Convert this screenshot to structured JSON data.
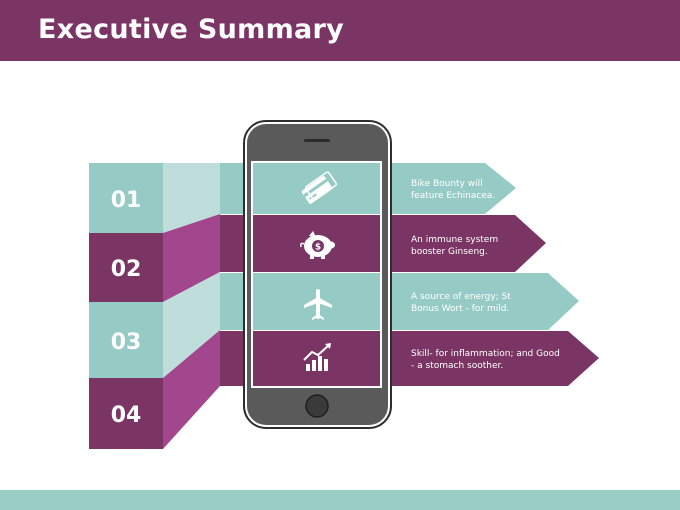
{
  "header": {
    "title": "Executive Summary"
  },
  "colors": {
    "purple": "#7b3564",
    "purple_mid": "#a2478e",
    "teal": "#96cbc5",
    "teal_light": "#bfdedb",
    "phone_body": "#5a5a5a",
    "phone_outline": "#2e2e2e"
  },
  "steps": [
    {
      "number": "01",
      "icon": "credit-card-icon",
      "line1": "Bike Bounty will",
      "line2": "feature Echinacea."
    },
    {
      "number": "02",
      "icon": "piggy-bank-icon",
      "line1": "An immune system",
      "line2": "booster Ginseng."
    },
    {
      "number": "03",
      "icon": "airplane-icon",
      "line1": "A source of energy; St",
      "line2": "Bonus Wort - for mild."
    },
    {
      "number": "04",
      "icon": "growth-chart-icon",
      "line1": "Skill- for inflammation;  and Good",
      "line2": "- a stomach soother."
    }
  ]
}
